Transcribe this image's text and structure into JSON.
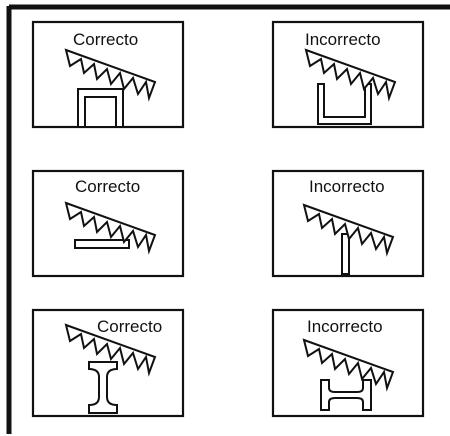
{
  "panels": [
    {
      "label": "Correcto",
      "verdict": "correct",
      "workpiece": "rectangular-tube"
    },
    {
      "label": "Incorrecto",
      "verdict": "incorrect",
      "workpiece": "u-channel"
    },
    {
      "label": "Correcto",
      "verdict": "correct",
      "workpiece": "flat-bar"
    },
    {
      "label": "Incorrecto",
      "verdict": "incorrect",
      "workpiece": "flat-bar-on-edge"
    },
    {
      "label": "Correcto",
      "verdict": "correct",
      "workpiece": "i-beam"
    },
    {
      "label": "Incorrecto",
      "verdict": "incorrect",
      "workpiece": "h-beam-sideways"
    }
  ],
  "colors": {
    "ink": "#111111",
    "paper": "#ffffff"
  },
  "icons": {
    "tool": "hacksaw-blade-icon"
  }
}
